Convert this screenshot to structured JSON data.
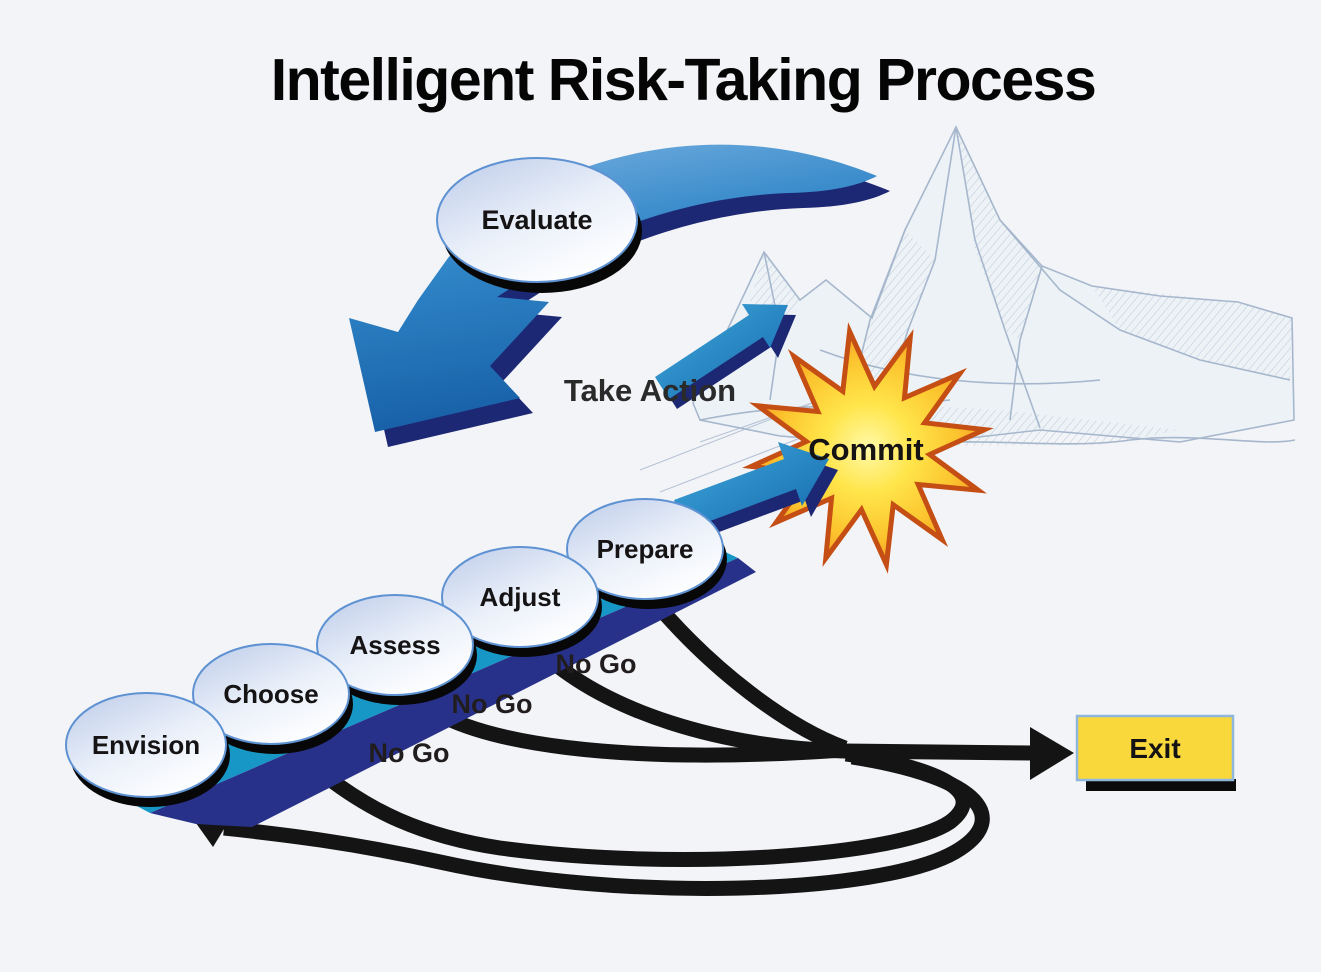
{
  "title": "Intelligent Risk-Taking Process",
  "loop": {
    "evaluate": "Evaluate",
    "take_action": "Take Action"
  },
  "stages": [
    {
      "label": "Envision"
    },
    {
      "label": "Choose"
    },
    {
      "label": "Assess"
    },
    {
      "label": "Adjust"
    },
    {
      "label": "Prepare"
    }
  ],
  "commit": {
    "label": "Commit"
  },
  "exit": {
    "label": "Exit"
  },
  "no_go": {
    "labels": [
      "No Go",
      "No Go",
      "No Go"
    ]
  },
  "colors": {
    "background": "#F3F4F7",
    "arrow_blue_light": "#7FB5E4",
    "arrow_blue_dark": "#155CA4",
    "arrow_navy_side": "#1D2875",
    "ramp_cyan": "#1697C6",
    "ramp_navy": "#283189",
    "star_yellow": "#FFE54A",
    "star_orange": "#F6921E",
    "star_outline": "#C44E14",
    "exit_fill": "#F9D83C",
    "exit_border": "#8FB6DC",
    "flow_black": "#141414",
    "node_border": "#5E92D2",
    "node_fill_top": "#BCCBE9",
    "mountain_line": "#A6B7CD",
    "mountain_fill": "#EDF2F6"
  }
}
